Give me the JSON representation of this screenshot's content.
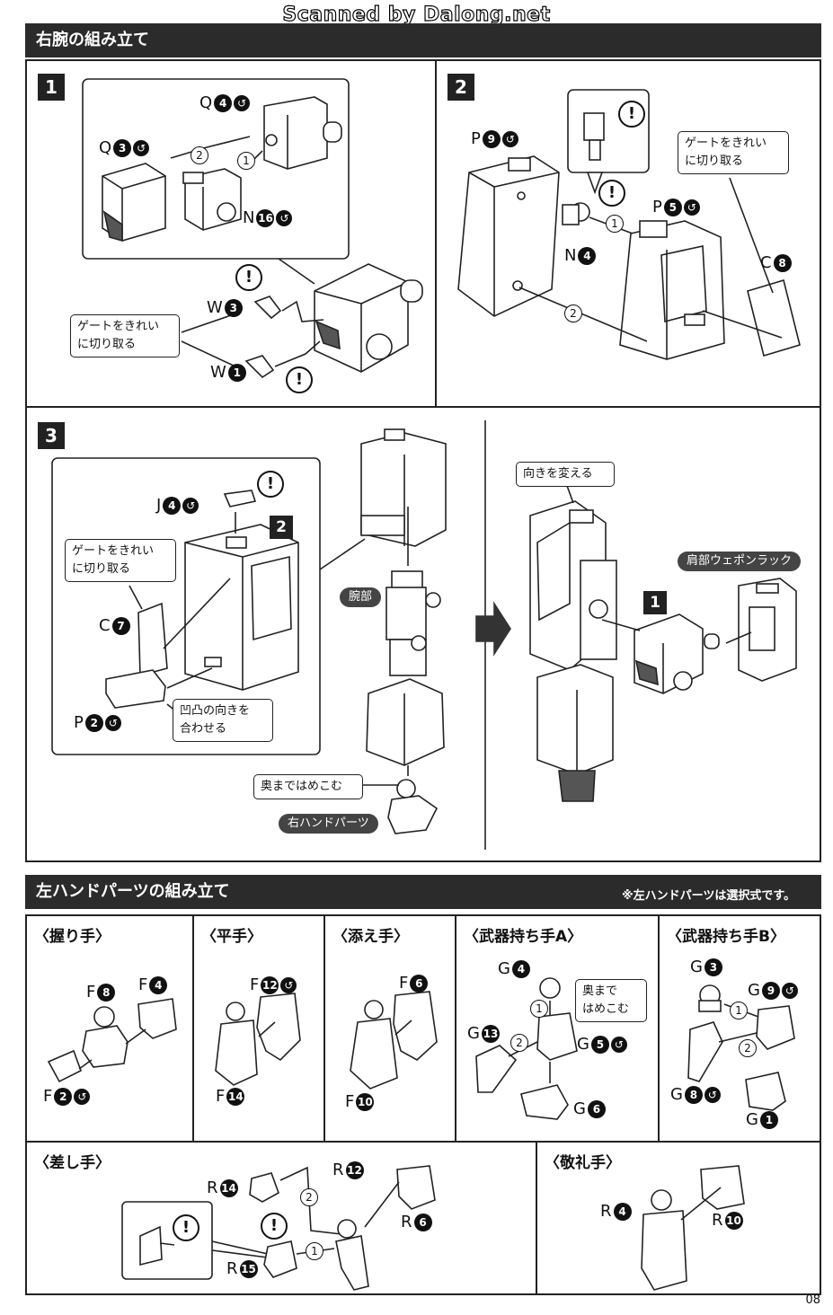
{
  "scan_credit": "Scanned by Dalong.net",
  "page_number": "08",
  "right_arm": {
    "title": "右腕の組み立て",
    "step1": {
      "number": "1",
      "parts": {
        "q4": {
          "letter": "Q",
          "num": "4"
        },
        "q3": {
          "letter": "Q",
          "num": "3"
        },
        "n16": {
          "letter": "N",
          "num": "16"
        },
        "w3": {
          "letter": "W",
          "num": "3"
        },
        "w1": {
          "letter": "W",
          "num": "1"
        }
      },
      "order1": "1",
      "order2": "2",
      "gate_note": [
        "ゲートをきれい",
        "に切り取る"
      ],
      "warn": "!"
    },
    "step2": {
      "number": "2",
      "parts": {
        "p9": {
          "letter": "P",
          "num": "9"
        },
        "p5": {
          "letter": "P",
          "num": "5"
        },
        "n4": {
          "letter": "N",
          "num": "4"
        },
        "c8": {
          "letter": "C",
          "num": "8"
        }
      },
      "order1": "1",
      "order2": "2",
      "gate_note": [
        "ゲートをきれい",
        "に切り取る"
      ],
      "warn": "!"
    },
    "step3": {
      "number": "3",
      "inset_ref": "2",
      "parts": {
        "j4": {
          "letter": "J",
          "num": "4"
        },
        "c7": {
          "letter": "C",
          "num": "7"
        },
        "p2": {
          "letter": "P",
          "num": "2"
        }
      },
      "gate_note": [
        "ゲートをきれい",
        "に切り取る"
      ],
      "align_note": [
        "凹凸の向きを",
        "合わせる"
      ],
      "arm_label": "腕部",
      "push_note": "奥まではめこむ",
      "hand_label": "右ハンドパーツ",
      "turn_note": "向きを変える",
      "rack_label": "肩部ウェポンラック",
      "step_ref": "1",
      "warn": "!"
    }
  },
  "left_hand": {
    "title": "左ハンドパーツの組み立て",
    "note": "※左ハンドパーツは選択式です。",
    "panels": [
      {
        "title": "〈握り手〉",
        "parts": [
          {
            "letter": "F",
            "num": "8"
          },
          {
            "letter": "F",
            "num": "4"
          },
          {
            "letter": "F",
            "num": "2"
          }
        ]
      },
      {
        "title": "〈平手〉",
        "parts": [
          {
            "letter": "F",
            "num": "12"
          },
          {
            "letter": "F",
            "num": "14"
          }
        ]
      },
      {
        "title": "〈添え手〉",
        "parts": [
          {
            "letter": "F",
            "num": "6"
          },
          {
            "letter": "F",
            "num": "10"
          }
        ]
      },
      {
        "title": "〈武器持ち手A〉",
        "parts": [
          {
            "letter": "G",
            "num": "4"
          },
          {
            "letter": "G",
            "num": "13"
          },
          {
            "letter": "G",
            "num": "5"
          },
          {
            "letter": "G",
            "num": "6"
          }
        ],
        "push_note": [
          "奥まで",
          "はめこむ"
        ],
        "order1": "1",
        "order2": "2"
      },
      {
        "title": "〈武器持ち手B〉",
        "parts": [
          {
            "letter": "G",
            "num": "3"
          },
          {
            "letter": "G",
            "num": "9"
          },
          {
            "letter": "G",
            "num": "8"
          },
          {
            "letter": "G",
            "num": "1"
          }
        ],
        "order1": "1",
        "order2": "2"
      },
      {
        "title": "〈差し手〉",
        "parts": [
          {
            "letter": "R",
            "num": "14"
          },
          {
            "letter": "R",
            "num": "12"
          },
          {
            "letter": "R",
            "num": "6"
          },
          {
            "letter": "R",
            "num": "15"
          }
        ],
        "order1": "1",
        "order2": "2",
        "warn": "!"
      },
      {
        "title": "〈敬礼手〉",
        "parts": [
          {
            "letter": "R",
            "num": "4"
          },
          {
            "letter": "R",
            "num": "10"
          }
        ]
      }
    ]
  }
}
